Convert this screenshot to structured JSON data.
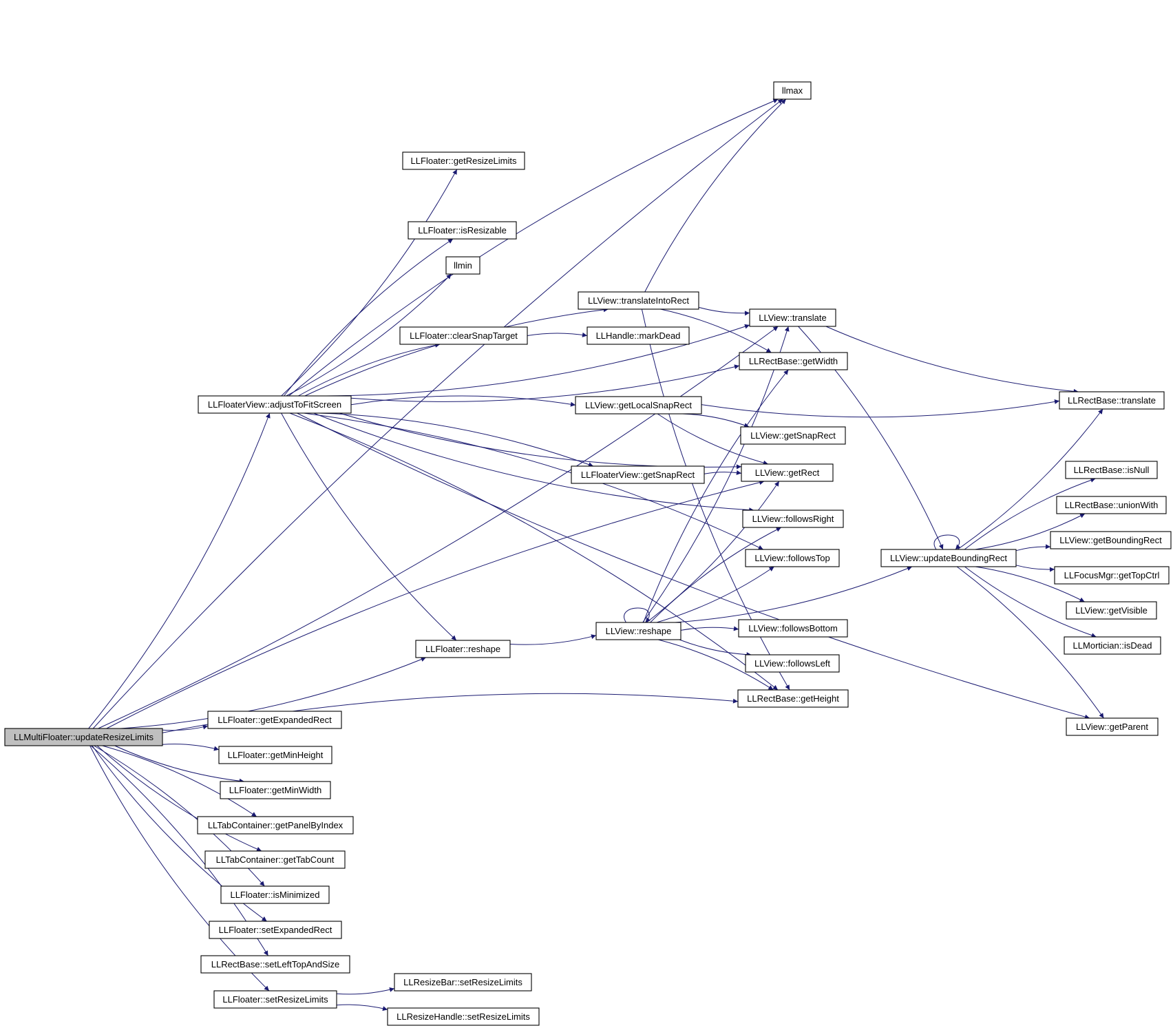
{
  "diagram": {
    "nodes": [
      {
        "id": "root",
        "label": "LLMultiFloater::updateResizeLimits",
        "root": true
      },
      {
        "id": "adjust",
        "label": "LLFloaterView::adjustToFitScreen"
      },
      {
        "id": "llmax",
        "label": "llmax"
      },
      {
        "id": "getResizeLimits",
        "label": "LLFloater::getResizeLimits"
      },
      {
        "id": "isResizable",
        "label": "LLFloater::isResizable"
      },
      {
        "id": "llmin",
        "label": "llmin"
      },
      {
        "id": "translateIntoRect",
        "label": "LLView::translateIntoRect"
      },
      {
        "id": "viewTranslate",
        "label": "LLView::translate"
      },
      {
        "id": "clearSnap",
        "label": "LLFloater::clearSnapTarget"
      },
      {
        "id": "markDead",
        "label": "LLHandle::markDead"
      },
      {
        "id": "getWidth",
        "label": "LLRectBase::getWidth"
      },
      {
        "id": "getLocalSnap",
        "label": "LLView::getLocalSnapRect"
      },
      {
        "id": "rectTranslate",
        "label": "LLRectBase::translate"
      },
      {
        "id": "viewGetSnap",
        "label": "LLView::getSnapRect"
      },
      {
        "id": "floaterViewGetSnap",
        "label": "LLFloaterView::getSnapRect"
      },
      {
        "id": "getRect",
        "label": "LLView::getRect"
      },
      {
        "id": "isNull",
        "label": "LLRectBase::isNull"
      },
      {
        "id": "unionWith",
        "label": "LLRectBase::unionWith"
      },
      {
        "id": "followsRight",
        "label": "LLView::followsRight"
      },
      {
        "id": "getBounding",
        "label": "LLView::getBoundingRect"
      },
      {
        "id": "followsTop",
        "label": "LLView::followsTop"
      },
      {
        "id": "updateBounding",
        "label": "LLView::updateBoundingRect"
      },
      {
        "id": "getTopCtrl",
        "label": "LLFocusMgr::getTopCtrl"
      },
      {
        "id": "getVisible",
        "label": "LLView::getVisible"
      },
      {
        "id": "reshape",
        "label": "LLView::reshape"
      },
      {
        "id": "followsBottom",
        "label": "LLView::followsBottom"
      },
      {
        "id": "isDead",
        "label": "LLMortician::isDead"
      },
      {
        "id": "floaterReshape",
        "label": "LLFloater::reshape"
      },
      {
        "id": "followsLeft",
        "label": "LLView::followsLeft"
      },
      {
        "id": "getHeight",
        "label": "LLRectBase::getHeight"
      },
      {
        "id": "getParent",
        "label": "LLView::getParent"
      },
      {
        "id": "getExpanded",
        "label": "LLFloater::getExpandedRect"
      },
      {
        "id": "getMinHeight",
        "label": "LLFloater::getMinHeight"
      },
      {
        "id": "getMinWidth",
        "label": "LLFloater::getMinWidth"
      },
      {
        "id": "getPanelByIndex",
        "label": "LLTabContainer::getPanelByIndex"
      },
      {
        "id": "getTabCount",
        "label": "LLTabContainer::getTabCount"
      },
      {
        "id": "isMinimized",
        "label": "LLFloater::isMinimized"
      },
      {
        "id": "setExpanded",
        "label": "LLFloater::setExpandedRect"
      },
      {
        "id": "setLeftTop",
        "label": "LLRectBase::setLeftTopAndSize"
      },
      {
        "id": "setResizeLimits",
        "label": "LLFloater::setResizeLimits"
      },
      {
        "id": "resizeBar",
        "label": "LLResizeBar::setResizeLimits"
      },
      {
        "id": "resizeHandle",
        "label": "LLResizeHandle::setResizeLimits"
      }
    ],
    "edges": [
      {
        "from": "root",
        "to": "adjust"
      },
      {
        "from": "root",
        "to": "llmax"
      },
      {
        "from": "root",
        "to": "viewTranslate"
      },
      {
        "from": "root",
        "to": "getRect"
      },
      {
        "from": "root",
        "to": "floaterReshape"
      },
      {
        "from": "root",
        "to": "getHeight"
      },
      {
        "from": "root",
        "to": "getExpanded"
      },
      {
        "from": "root",
        "to": "getMinHeight"
      },
      {
        "from": "root",
        "to": "getMinWidth"
      },
      {
        "from": "root",
        "to": "getPanelByIndex"
      },
      {
        "from": "root",
        "to": "getTabCount"
      },
      {
        "from": "root",
        "to": "isMinimized"
      },
      {
        "from": "root",
        "to": "setExpanded"
      },
      {
        "from": "root",
        "to": "setLeftTop"
      },
      {
        "from": "root",
        "to": "setResizeLimits"
      },
      {
        "from": "adjust",
        "to": "llmax"
      },
      {
        "from": "adjust",
        "to": "getResizeLimits"
      },
      {
        "from": "adjust",
        "to": "isResizable"
      },
      {
        "from": "adjust",
        "to": "llmin"
      },
      {
        "from": "adjust",
        "to": "translateIntoRect"
      },
      {
        "from": "adjust",
        "to": "viewTranslate"
      },
      {
        "from": "adjust",
        "to": "clearSnap"
      },
      {
        "from": "adjust",
        "to": "getWidth"
      },
      {
        "from": "adjust",
        "to": "getLocalSnap"
      },
      {
        "from": "adjust",
        "to": "getRect"
      },
      {
        "from": "adjust",
        "to": "floaterViewGetSnap"
      },
      {
        "from": "adjust",
        "to": "followsRight"
      },
      {
        "from": "adjust",
        "to": "followsTop"
      },
      {
        "from": "adjust",
        "to": "floaterReshape"
      },
      {
        "from": "adjust",
        "to": "getHeight"
      },
      {
        "from": "adjust",
        "to": "getParent"
      },
      {
        "from": "translateIntoRect",
        "to": "llmax"
      },
      {
        "from": "translateIntoRect",
        "to": "viewTranslate"
      },
      {
        "from": "translateIntoRect",
        "to": "getWidth"
      },
      {
        "from": "translateIntoRect",
        "to": "getHeight"
      },
      {
        "from": "clearSnap",
        "to": "markDead"
      },
      {
        "from": "getLocalSnap",
        "to": "rectTranslate"
      },
      {
        "from": "getLocalSnap",
        "to": "viewGetSnap"
      },
      {
        "from": "getLocalSnap",
        "to": "getRect"
      },
      {
        "from": "floaterViewGetSnap",
        "to": "getRect"
      },
      {
        "from": "viewTranslate",
        "to": "rectTranslate"
      },
      {
        "from": "viewTranslate",
        "to": "updateBounding"
      },
      {
        "from": "floaterReshape",
        "to": "reshape"
      },
      {
        "from": "reshape",
        "to": "reshape"
      },
      {
        "from": "reshape",
        "to": "viewTranslate"
      },
      {
        "from": "reshape",
        "to": "getWidth"
      },
      {
        "from": "reshape",
        "to": "getRect"
      },
      {
        "from": "reshape",
        "to": "followsRight"
      },
      {
        "from": "reshape",
        "to": "followsTop"
      },
      {
        "from": "reshape",
        "to": "followsBottom"
      },
      {
        "from": "reshape",
        "to": "followsLeft"
      },
      {
        "from": "reshape",
        "to": "getHeight"
      },
      {
        "from": "reshape",
        "to": "updateBounding"
      },
      {
        "from": "updateBounding",
        "to": "updateBounding"
      },
      {
        "from": "updateBounding",
        "to": "rectTranslate"
      },
      {
        "from": "updateBounding",
        "to": "isNull"
      },
      {
        "from": "updateBounding",
        "to": "unionWith"
      },
      {
        "from": "updateBounding",
        "to": "getBounding"
      },
      {
        "from": "updateBounding",
        "to": "getTopCtrl"
      },
      {
        "from": "updateBounding",
        "to": "getVisible"
      },
      {
        "from": "updateBounding",
        "to": "isDead"
      },
      {
        "from": "updateBounding",
        "to": "getParent"
      },
      {
        "from": "setResizeLimits",
        "to": "resizeBar"
      },
      {
        "from": "setResizeLimits",
        "to": "resizeHandle"
      }
    ]
  }
}
